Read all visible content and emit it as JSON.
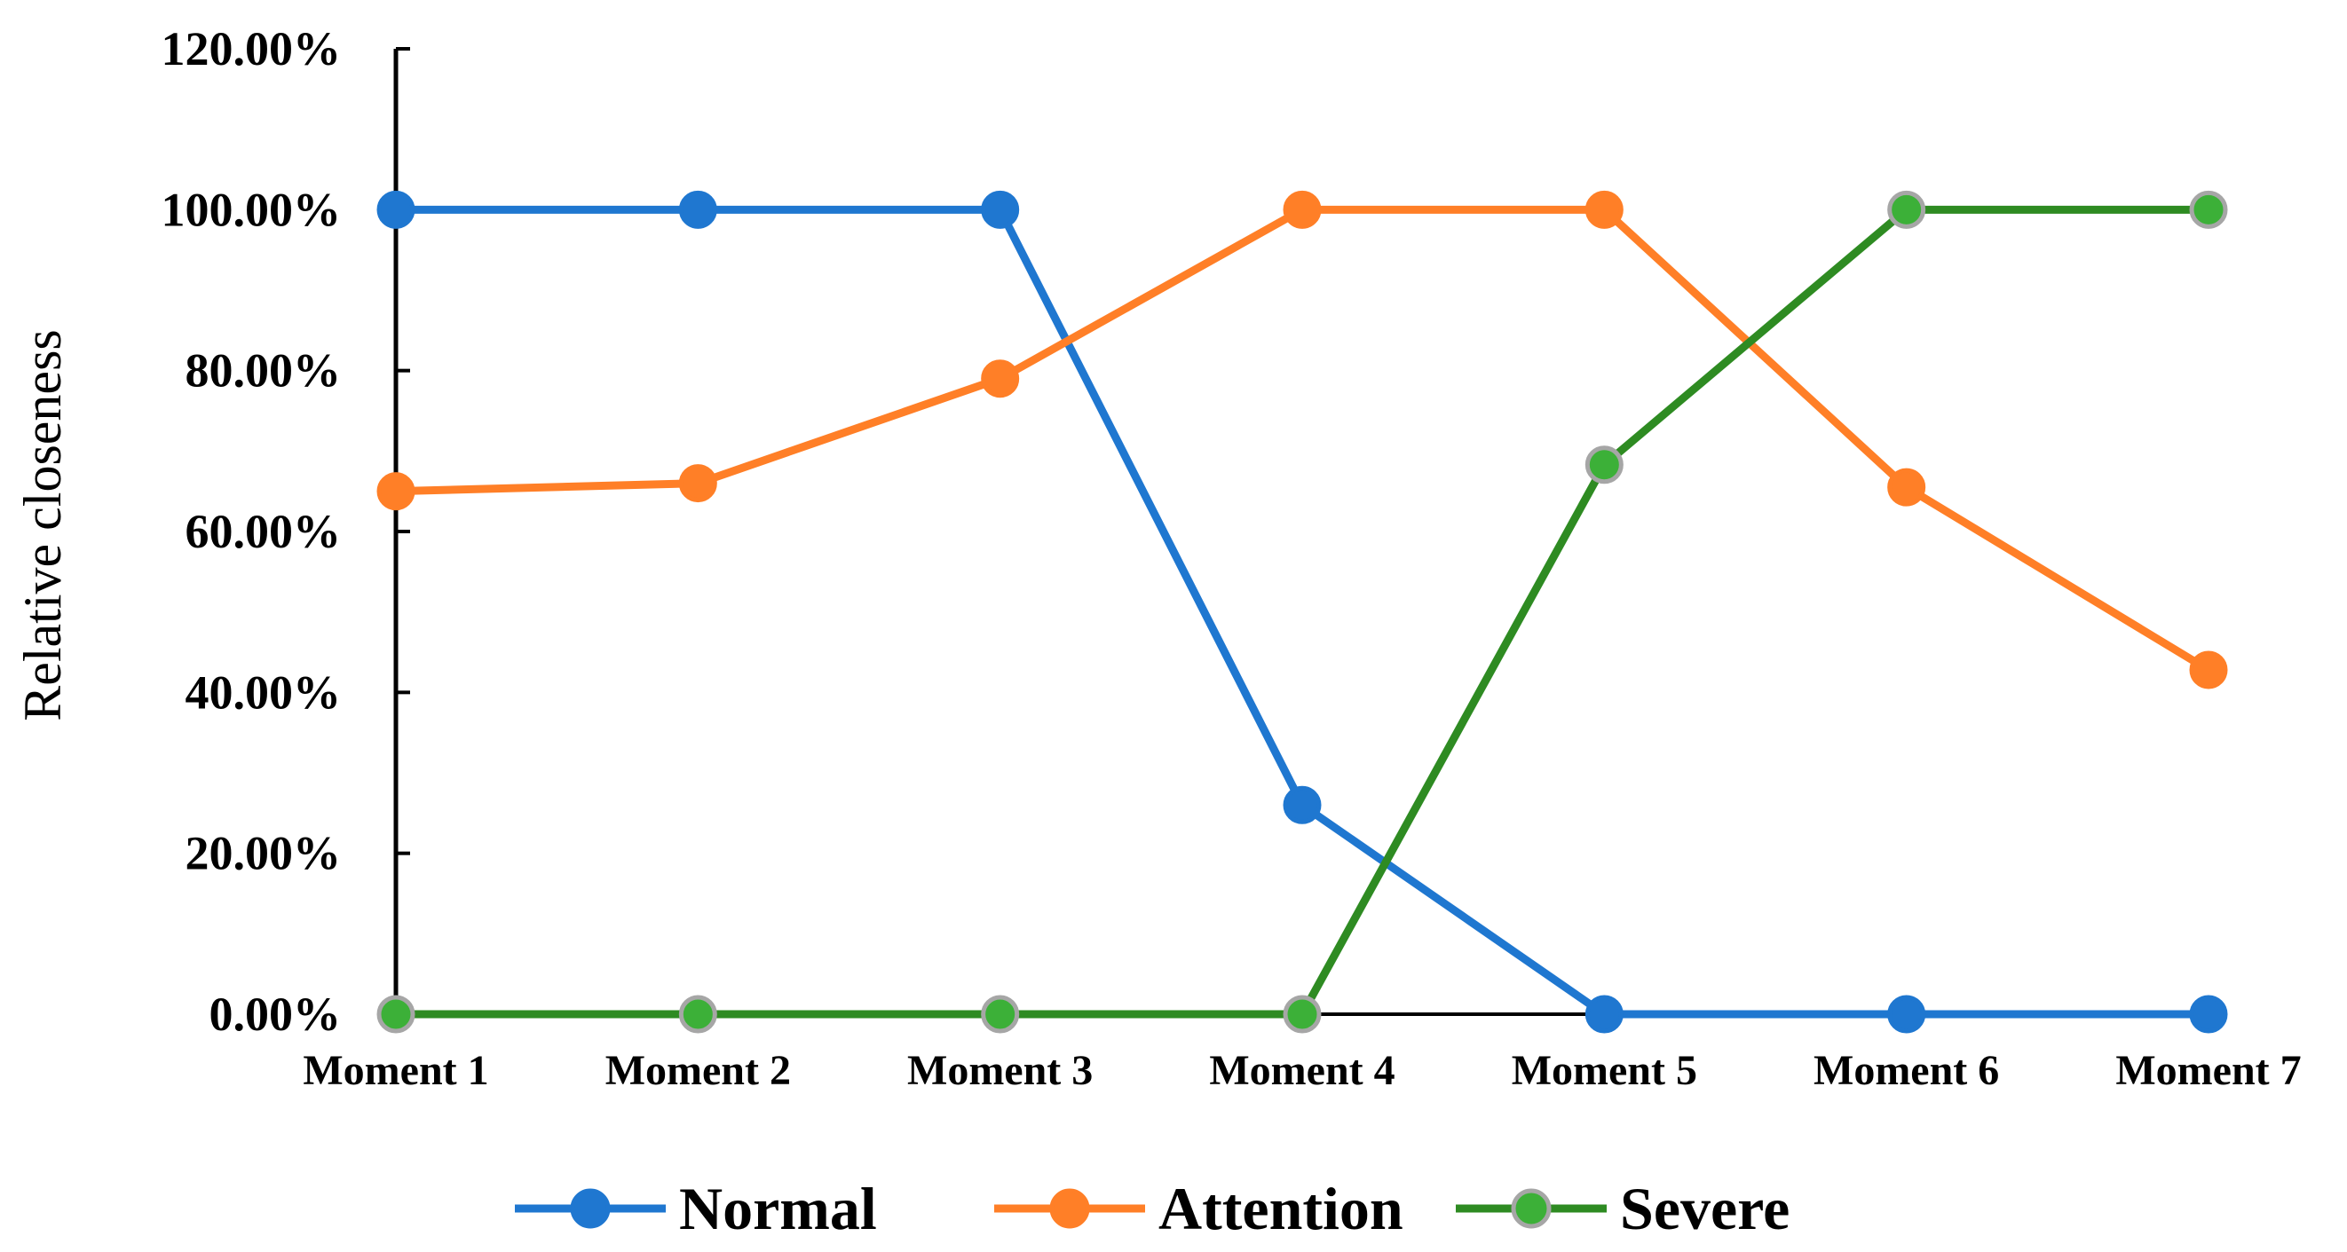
{
  "chart_data": {
    "type": "line",
    "title": "",
    "xlabel": "",
    "ylabel": "Relative closeness",
    "categories": [
      "Moment 1",
      "Moment 2",
      "Moment 3",
      "Moment 4",
      "Moment 5",
      "Moment 6",
      "Moment 7"
    ],
    "ylim": [
      0,
      120
    ],
    "yticks": [
      "0.00%",
      "20.00%",
      "40.00%",
      "60.00%",
      "80.00%",
      "100.00%",
      "120.00%"
    ],
    "grid": false,
    "legend_position": "bottom",
    "series": [
      {
        "name": "Normal",
        "color": "#1f77d0",
        "marker_fill": "#1f77d0",
        "marker_edge": "#1f77d0",
        "values": [
          100,
          100,
          100,
          26,
          0,
          0,
          0
        ]
      },
      {
        "name": "Attention",
        "color": "#ff7f27",
        "marker_fill": "#ff7f27",
        "marker_edge": "#ff7f27",
        "values": [
          65,
          66,
          79,
          100,
          100,
          65.5,
          42.8
        ]
      },
      {
        "name": "Severe",
        "color": "#2e8b22",
        "marker_fill": "#3cb038",
        "marker_edge": "#a6a6a6",
        "values": [
          0,
          0,
          0,
          0,
          68.3,
          100,
          100
        ]
      }
    ]
  }
}
